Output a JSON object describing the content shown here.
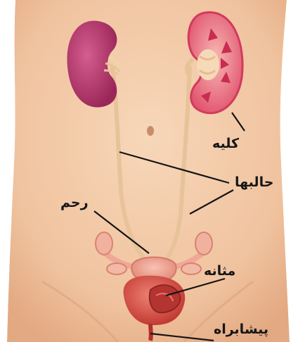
{
  "labels": {
    "kidney": "کلیه",
    "ureters": "حالبها",
    "uterus": "رحم",
    "bladder": "مثانه",
    "urethra": "پیشابراه"
  },
  "icons": {
    "kidney_left": "kidney-icon",
    "kidney_right_section": "kidney-cross-section-icon",
    "uterus": "uterus-icon",
    "bladder": "bladder-icon"
  },
  "colors": {
    "background": "#ffffff",
    "skin": "#f2c9a6",
    "skin_shadow": "#e5ad86",
    "kidney": "#b4346b",
    "kidney_section": "#e96f86",
    "ureter": "#e9c8a0",
    "bladder": "#d9524a",
    "uterus": "#ef9e8c",
    "label_line": "#141414",
    "label_text": "#161616"
  }
}
